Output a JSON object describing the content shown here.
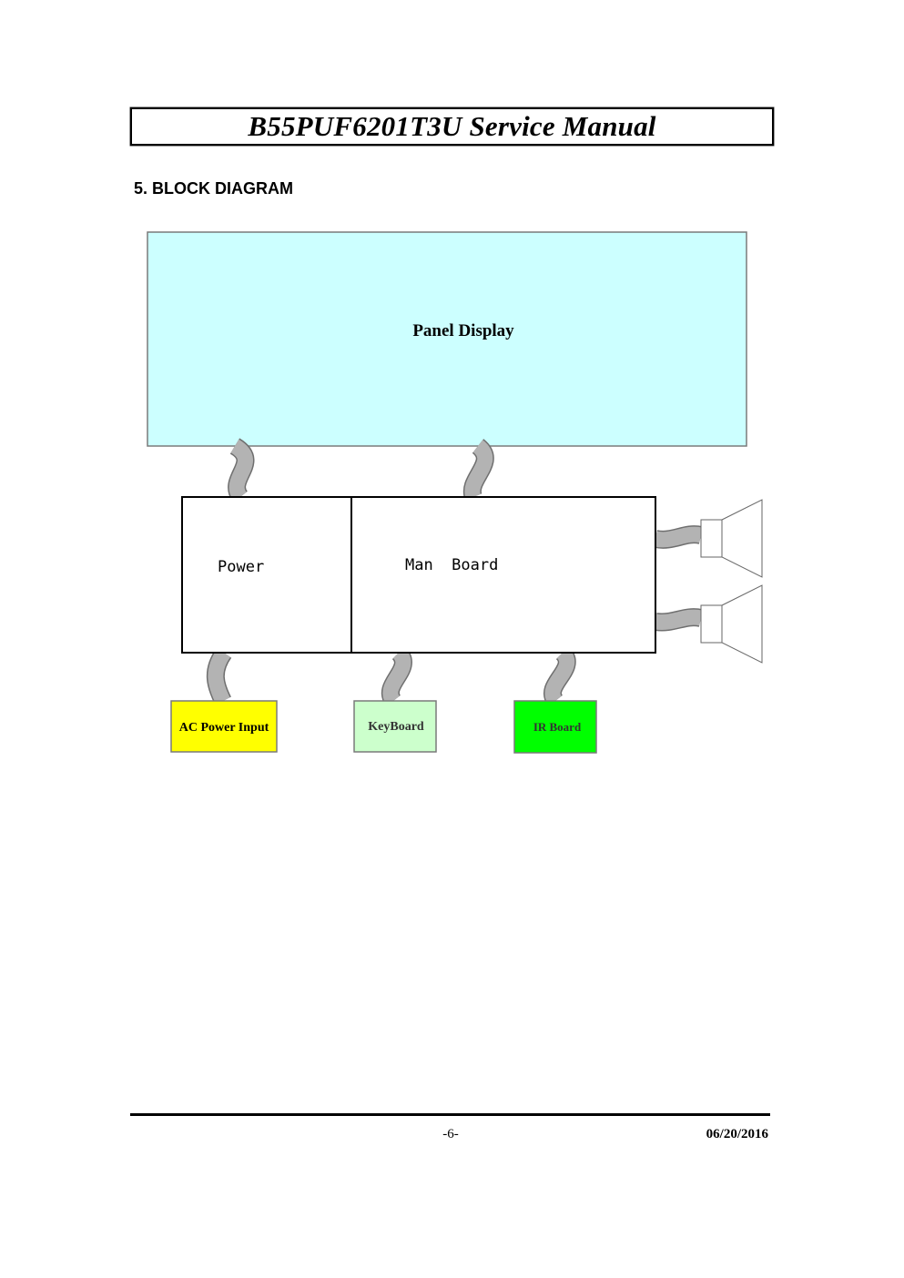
{
  "header": {
    "title": "B55PUF6201T3U Service Manual"
  },
  "section": {
    "heading": "5. BLOCK DIAGRAM"
  },
  "diagram": {
    "panel_label": "Panel Display",
    "power_label": "Power",
    "main_board_label": "Man  Board",
    "ac_power_label": "AC Power Input",
    "keyboard_label": "KeyBoard",
    "ir_board_label": "IR Board",
    "colors": {
      "panel_fill": "#ccffff",
      "ac_power_fill": "#ffff00",
      "keyboard_fill": "#ccffcc",
      "ir_board_fill": "#00ff00",
      "cable_fill": "#b3b3b3",
      "cable_stroke": "#6f6f6f"
    }
  },
  "footer": {
    "page_number": "-6-",
    "date": "06/20/2016"
  }
}
